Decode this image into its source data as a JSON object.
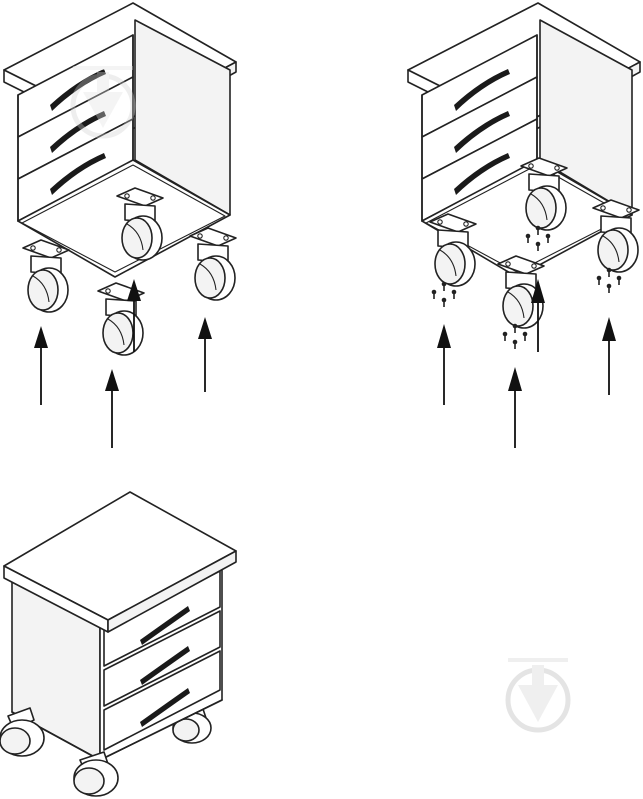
{
  "figure": {
    "kind": "assembly-instructions",
    "panels": [
      {
        "id": "step-1",
        "description_visible": "",
        "casters": 4,
        "arrows": 4
      },
      {
        "id": "step-2",
        "description_visible": "",
        "casters": 4,
        "arrows": 4,
        "screw_groups": 4
      },
      {
        "id": "result",
        "description_visible": "",
        "casters": 4,
        "drawers": 3
      }
    ],
    "colors": {
      "line": "#222222",
      "background": "#ffffff",
      "watermark": "#cfcfcf"
    },
    "icons": [
      "down-arrow-watermark-icon"
    ]
  }
}
